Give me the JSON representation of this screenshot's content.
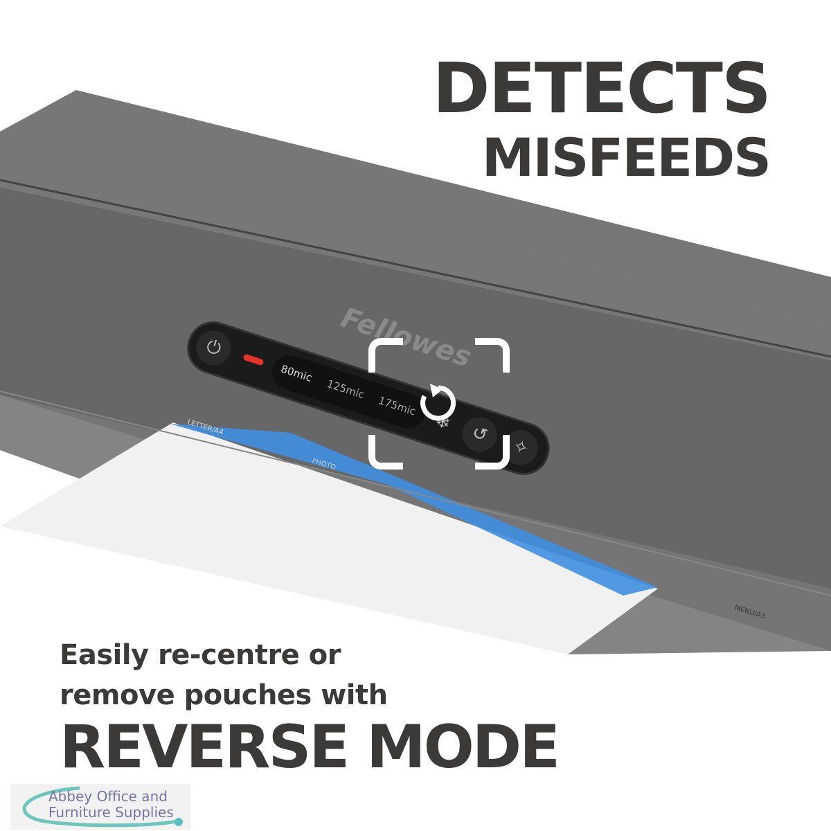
{
  "headline": {
    "line1": "DETECTS",
    "line2": "MISFEEDS"
  },
  "subtext": {
    "line1": "Easily re-centre or",
    "line2": "remove pouches with",
    "line3": "REVERSE MODE"
  },
  "control_panel": {
    "thickness_options": [
      "80mic",
      "125mic",
      "175mic"
    ],
    "selected": "80mic",
    "brand": "Fellowes",
    "indicator_color": "#e8332a"
  },
  "machine_labels": {
    "letter_a4": "LETTER/A4",
    "photo": "PHOTO",
    "menu_a3": "MENU/A3"
  },
  "watermark": {
    "line1": "Abbey Office and",
    "line2": "Furniture Supplies"
  },
  "colors": {
    "text": "#3b3a39",
    "pouch_blue": "#3f8fe0",
    "body": "#4a4a4a"
  }
}
